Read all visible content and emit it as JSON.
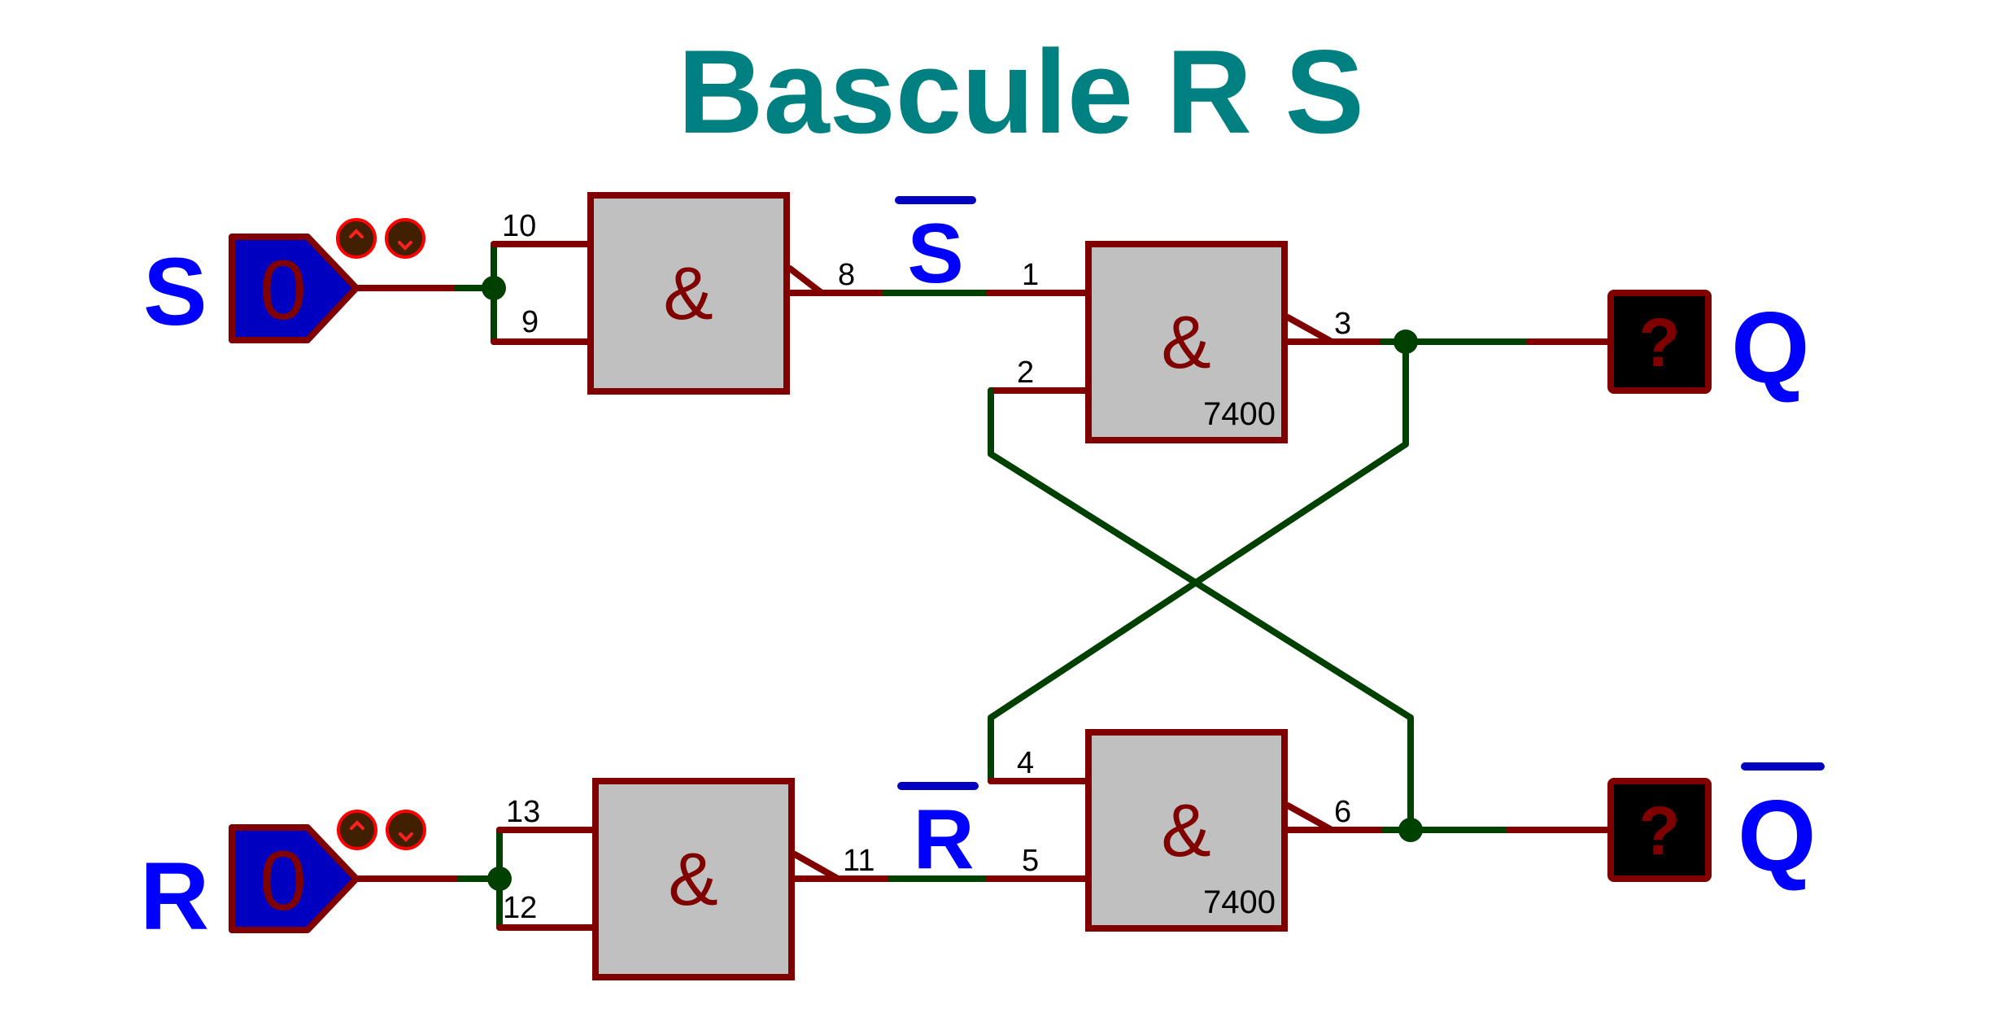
{
  "title": "Bascule R S",
  "colors": {
    "title": "#008080",
    "signal_label": "#0000ff",
    "wire_low": "#800000",
    "wire_net": "#004000",
    "gate_fill": "#c0c0c0",
    "input_fill": "#0000c0",
    "probe_fill": "#000000"
  },
  "inputs": {
    "s": {
      "label": "S",
      "value": "0",
      "up_icon": "chevron-up-icon",
      "down_icon": "chevron-down-icon",
      "up_glyph": "^",
      "down_glyph": "v"
    },
    "r": {
      "label": "R",
      "value": "0",
      "up_icon": "chevron-up-icon",
      "down_icon": "chevron-down-icon",
      "up_glyph": "^",
      "down_glyph": "v"
    }
  },
  "intermediate_labels": {
    "s_bar": "S",
    "r_bar": "R"
  },
  "gates": [
    {
      "id": "gate-s",
      "symbol": "&",
      "part": "",
      "pins": {
        "in_a": "10",
        "in_b": "9",
        "out": "8"
      }
    },
    {
      "id": "gate-q",
      "symbol": "&",
      "part": "7400",
      "pins": {
        "in_a": "1",
        "in_b": "2",
        "out": "3"
      }
    },
    {
      "id": "gate-r",
      "symbol": "&",
      "part": "",
      "pins": {
        "in_a": "13",
        "in_b": "12",
        "out": "11"
      }
    },
    {
      "id": "gate-qbar",
      "symbol": "&",
      "part": "7400",
      "pins": {
        "in_a": "4",
        "in_b": "5",
        "out": "6"
      }
    }
  ],
  "outputs": {
    "q": {
      "label": "Q",
      "state": "?"
    },
    "q_bar": {
      "label": "Q",
      "state": "?"
    }
  }
}
